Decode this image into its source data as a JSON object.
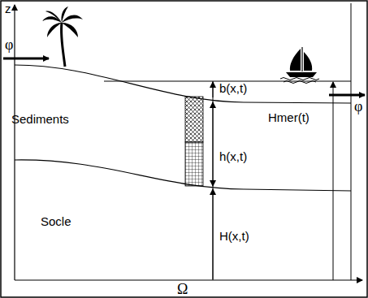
{
  "diagram": {
    "labels": [
      "z",
      "φ",
      "Sediments",
      "Socle",
      "b(x,t)",
      "Hmer(t)",
      "h(x,t)",
      "H(x,t)",
      "φ",
      "Ω"
    ]
  }
}
